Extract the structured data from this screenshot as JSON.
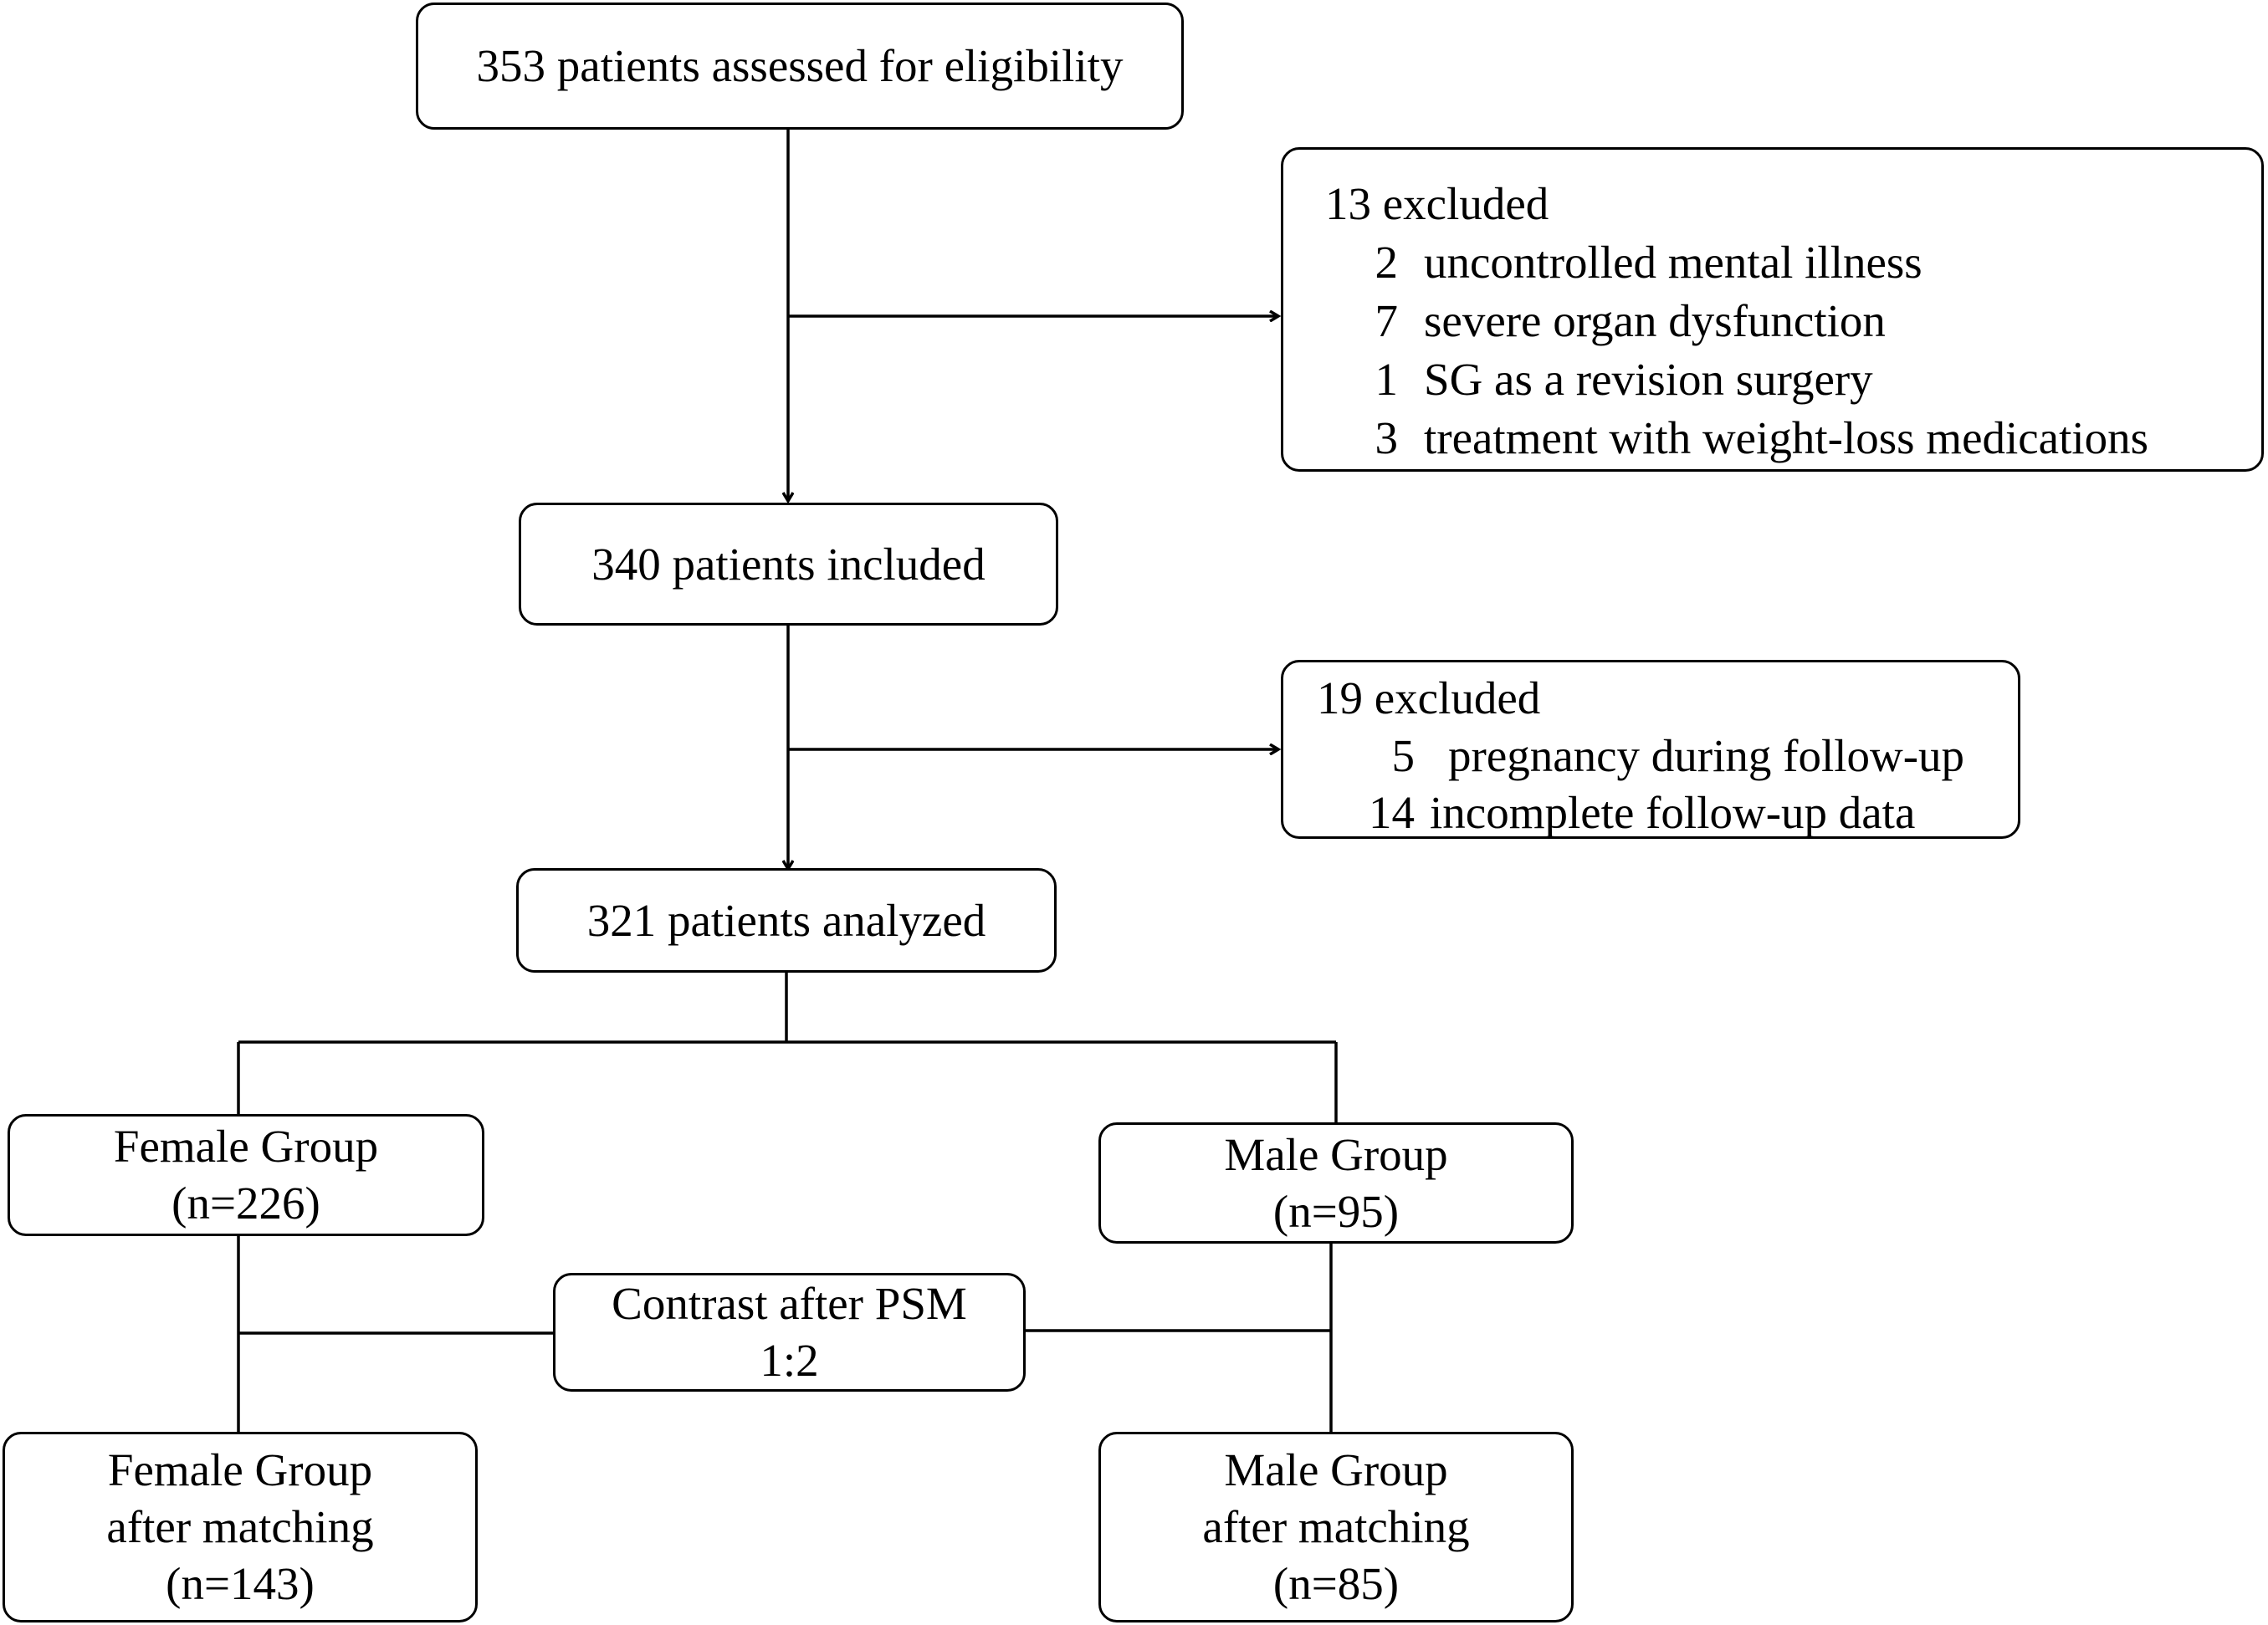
{
  "nodes": {
    "assessed": "353 patients assessed for eligibility",
    "excluded1": {
      "title": "13 excluded",
      "items": [
        {
          "count": "2",
          "reason": "uncontrolled mental illness"
        },
        {
          "count": "7",
          "reason": "severe organ dysfunction"
        },
        {
          "count": "1",
          "reason": "SG as a revision surgery"
        },
        {
          "count": "3",
          "reason": "treatment with weight-loss medications"
        }
      ]
    },
    "included": "340 patients included",
    "excluded2": {
      "title": "19 excluded",
      "items": [
        {
          "count": "5",
          "reason": "pregnancy during follow-up"
        },
        {
          "count": "14",
          "reason": "incomplete follow-up data"
        }
      ]
    },
    "analyzed": "321 patients analyzed",
    "female": {
      "label": "Female Group",
      "n": "(n=226)"
    },
    "male": {
      "label": "Male Group",
      "n": "(n=95)"
    },
    "psm": {
      "label": "Contrast after PSM",
      "ratio": "1:2"
    },
    "female_matched": {
      "label": "Female Group",
      "sub": "after matching",
      "n": "(n=143)"
    },
    "male_matched": {
      "label": "Male Group",
      "sub": "after matching",
      "n": "(n=85)"
    }
  },
  "colors": {
    "stroke": "#000000",
    "background": "#ffffff"
  }
}
